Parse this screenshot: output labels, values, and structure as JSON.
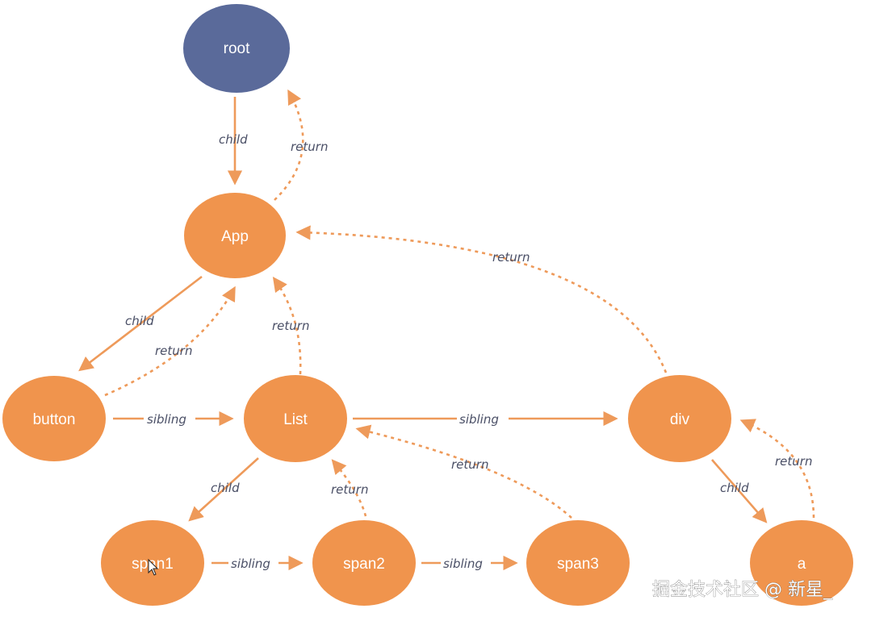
{
  "colors": {
    "node_orange": "#f0944d",
    "node_root": "#5a6a9a",
    "edge": "#ee9a5a",
    "edge_label": "#4a4f66",
    "background": "#ffffff"
  },
  "nodes": {
    "root": "root",
    "app": "App",
    "button": "button",
    "list": "List",
    "div": "div",
    "span1": "span1",
    "span2": "span2",
    "span3": "span3",
    "a": "a"
  },
  "edges": {
    "root_app_child": "child",
    "app_root_return": "return",
    "app_button_child": "child",
    "button_app_return": "return",
    "list_app_return": "return",
    "div_app_return": "return",
    "button_list_sibling": "sibling",
    "list_div_sibling": "sibling",
    "list_span1_child": "child",
    "span2_list_return": "return",
    "span3_list_return": "return",
    "span1_span2_sibling": "sibling",
    "span2_span3_sibling": "sibling",
    "div_a_child": "child",
    "a_div_return": "return"
  },
  "watermark": "掘金技术社区 @ 新星_"
}
